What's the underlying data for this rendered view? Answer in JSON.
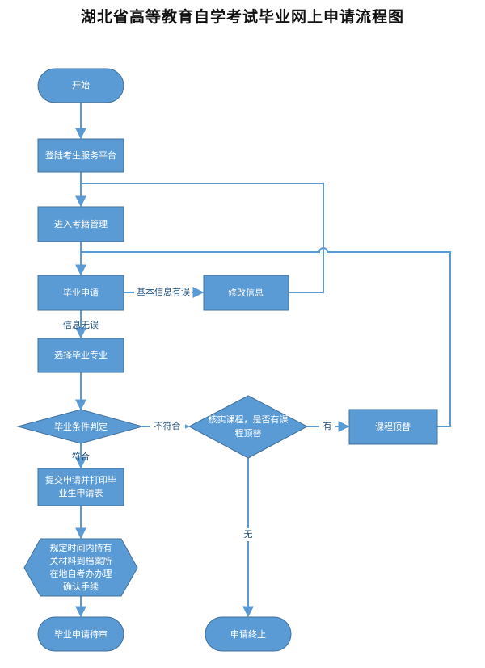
{
  "title": "湖北省高等教育自学考试毕业网上申请流程图",
  "colors": {
    "fill": "#5b9bd5",
    "stroke": "#41719c",
    "line": "#5b9bd5",
    "text": "#ffffff",
    "edge_text": "#1f4e79"
  },
  "nodes": {
    "start": "开始",
    "login": "登陆考生服务平台",
    "enter": "进入考籍管理",
    "apply": "毕业申请",
    "modify": "修改信息",
    "select": "选择毕业专业",
    "judge": "毕业条件判定",
    "check": [
      "核实课程，是否有课",
      "程顶替"
    ],
    "replace": "课程顶替",
    "submit": [
      "提交申请并打印毕",
      "业生申请表"
    ],
    "materials": [
      "规定时间内持有",
      "关材料到档案所",
      "在地自考办办理",
      "确认手续"
    ],
    "pending": "毕业申请待审",
    "terminate": "申请终止"
  },
  "edges": {
    "info_error": "基本信息有误",
    "info_ok": "信息无误",
    "not_match": "不符合",
    "match": "符合",
    "yes": "有",
    "no": "无"
  }
}
